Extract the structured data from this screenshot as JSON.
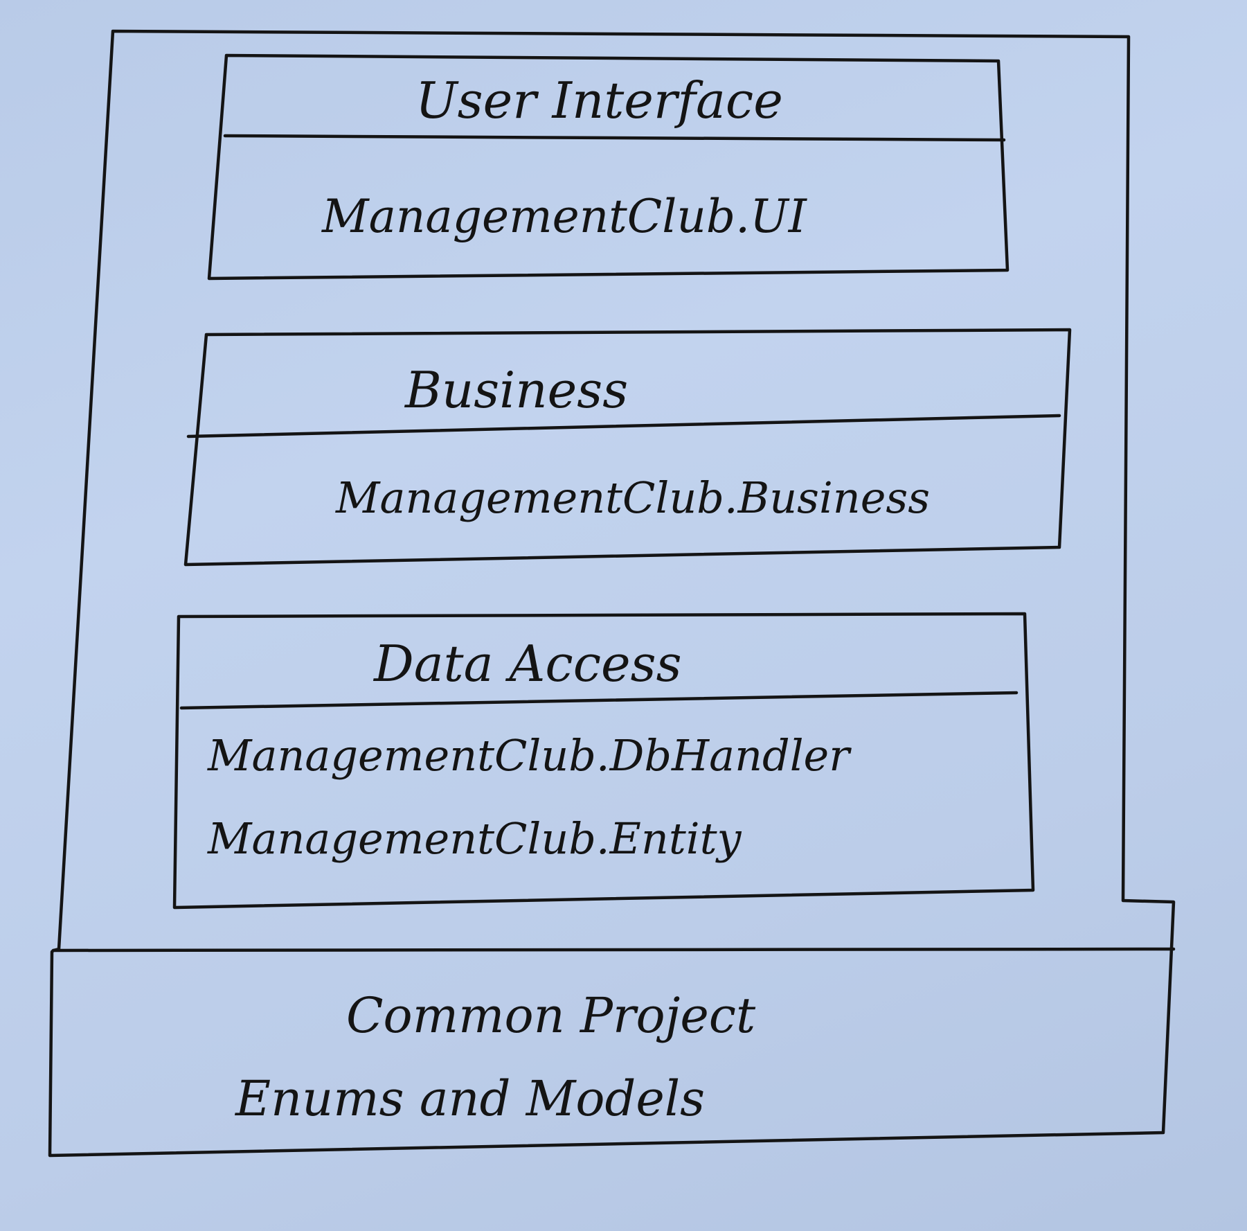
{
  "diagram": {
    "layers": [
      {
        "title": "User Interface",
        "projects": [
          "ManagementClub.UI"
        ]
      },
      {
        "title": "Business",
        "projects": [
          "ManagementClub.Business"
        ]
      },
      {
        "title": "Data Access",
        "projects": [
          "ManagementClub.DbHandler",
          "ManagementClub.Entity"
        ]
      }
    ],
    "common": {
      "title": "Common Project",
      "subtitle": "Enums and Models"
    }
  },
  "colors": {
    "paper": "#bfd0ec",
    "ink": "#141414"
  }
}
